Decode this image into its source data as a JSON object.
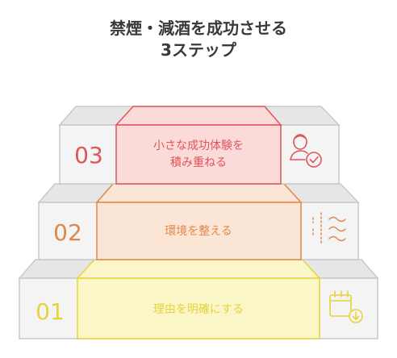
{
  "title": {
    "line1": "禁煙・減酒を成功させる",
    "line2": "3ステップ"
  },
  "steps": [
    {
      "number": "01",
      "label_lines": [
        "理由を明確にする"
      ],
      "icon": "calendar-download-icon",
      "color": "#e8d23a",
      "fill": "#fbf6c8"
    },
    {
      "number": "02",
      "label_lines": [
        "環境を整える"
      ],
      "icon": "wind-waves-icon",
      "color": "#e0874a",
      "fill": "#fbe6d6"
    },
    {
      "number": "03",
      "label_lines": [
        "小さな成功体験を",
        "積み重ねる"
      ],
      "icon": "person-check-icon",
      "color": "#e0545a",
      "fill": "#fbdada"
    }
  ]
}
